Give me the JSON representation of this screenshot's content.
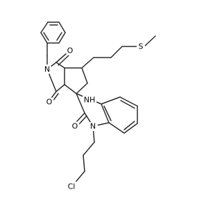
{
  "atoms": [
    {
      "id": "O_top",
      "text": "O",
      "color": "#000000"
    },
    {
      "id": "O_left",
      "text": "O",
      "color": "#000000"
    },
    {
      "id": "N_imide",
      "text": "N",
      "color": "#000000"
    },
    {
      "id": "S",
      "text": "S",
      "color": "#000000"
    },
    {
      "id": "NH",
      "text": "NH",
      "color": "#000000"
    },
    {
      "id": "O_lactam",
      "text": "O",
      "color": "#000000"
    },
    {
      "id": "N_indole",
      "text": "N",
      "color": "#000000"
    },
    {
      "id": "Cl",
      "text": "Cl",
      "color": "#000000"
    }
  ],
  "bond_color": "#2b2b2b",
  "background": "#ffffff"
}
